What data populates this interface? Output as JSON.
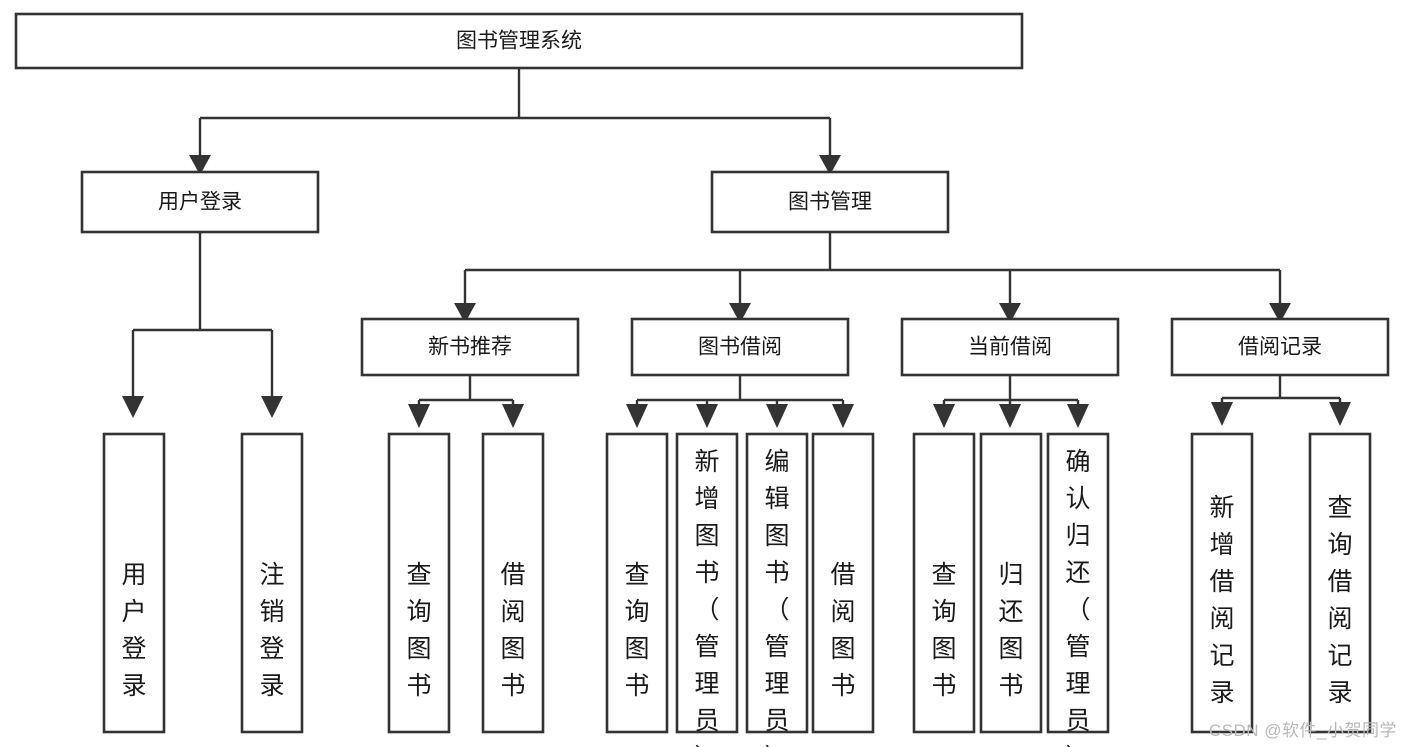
{
  "diagram": {
    "type": "tree-hierarchy",
    "title": "图书管理系统",
    "orientation": "top-down",
    "colors": {
      "box_stroke": "#333333",
      "box_fill": "#ffffff",
      "connector": "#333333",
      "text": "#1a1a1a",
      "watermark": "#b9b9b9"
    },
    "levels": 4,
    "root": {
      "id": "root",
      "label": "图书管理系统"
    },
    "level2": [
      {
        "id": "user-login",
        "label": "用户登录"
      },
      {
        "id": "book-management",
        "label": "图书管理"
      }
    ],
    "level3": [
      {
        "id": "new-book-recommend",
        "label": "新书推荐",
        "parent": "book-management"
      },
      {
        "id": "book-borrow",
        "label": "图书借阅",
        "parent": "book-management"
      },
      {
        "id": "current-borrow",
        "label": "当前借阅",
        "parent": "book-management"
      },
      {
        "id": "borrow-record",
        "label": "借阅记录",
        "parent": "book-management"
      }
    ],
    "leaves": [
      {
        "id": "leaf-user-login",
        "label": "用户登录",
        "parent": "user-login"
      },
      {
        "id": "leaf-logout-login",
        "label": "注销登录",
        "parent": "user-login"
      },
      {
        "id": "leaf-query-book-1",
        "label": "查询图书",
        "parent": "new-book-recommend"
      },
      {
        "id": "leaf-borrow-book-1",
        "label": "借阅图书",
        "parent": "new-book-recommend"
      },
      {
        "id": "leaf-query-book-2",
        "label": "查询图书",
        "parent": "book-borrow"
      },
      {
        "id": "leaf-add-book",
        "label": "新增图书（管理员）",
        "parent": "book-borrow"
      },
      {
        "id": "leaf-edit-book",
        "label": "编辑图书（管理员）",
        "parent": "book-borrow"
      },
      {
        "id": "leaf-borrow-book-2",
        "label": "借阅图书",
        "parent": "book-borrow"
      },
      {
        "id": "leaf-query-book-3",
        "label": "查询图书",
        "parent": "current-borrow"
      },
      {
        "id": "leaf-return-book",
        "label": "归还图书",
        "parent": "current-borrow"
      },
      {
        "id": "leaf-confirm-return",
        "label": "确认归还（管理员）",
        "parent": "current-borrow"
      },
      {
        "id": "leaf-add-borrow-record",
        "label": "新增借阅记录",
        "parent": "borrow-record"
      },
      {
        "id": "leaf-query-borrow-record",
        "label": "查询借阅记录",
        "parent": "borrow-record"
      }
    ]
  },
  "watermark": {
    "text": "CSDN @软件_小贺同学"
  }
}
